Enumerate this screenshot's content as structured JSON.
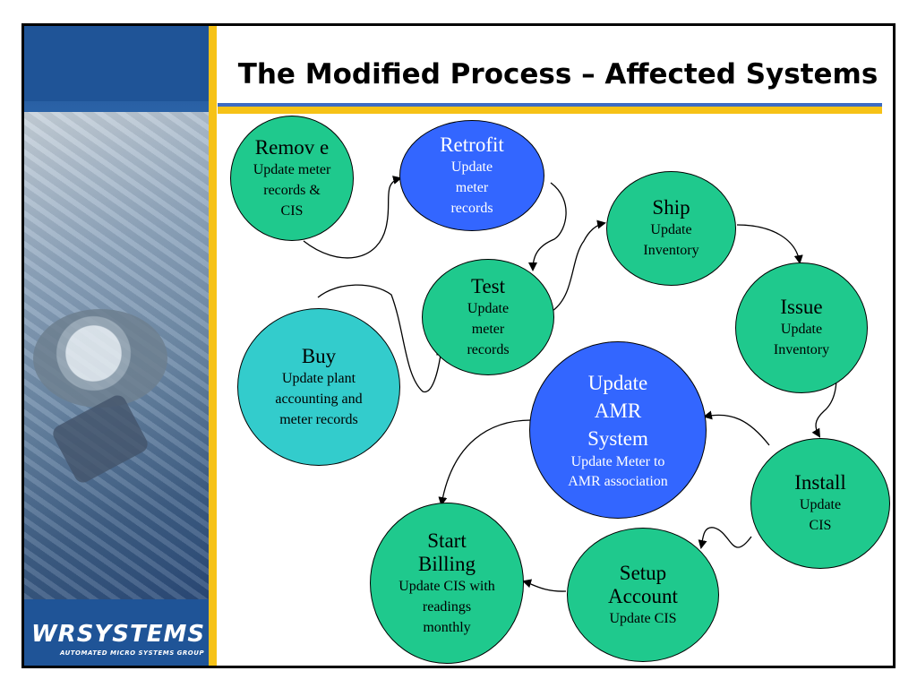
{
  "slide": {
    "title": "The Modified Process – Affected Systems"
  },
  "logo": {
    "main": "WRSYSTEMS",
    "sub": "AUTOMATED MICRO SYSTEMS GROUP"
  },
  "nodes": {
    "remove": {
      "title": "Remov e",
      "sub": "Update meter records & CIS"
    },
    "retrofit": {
      "title": "Retrofit",
      "sub": "Update meter records"
    },
    "ship": {
      "title": "Ship",
      "sub": "Update Inventory"
    },
    "test": {
      "title": "Test",
      "sub": "Update meter records"
    },
    "issue": {
      "title": "Issue",
      "sub": "Update Inventory"
    },
    "buy": {
      "title": "Buy",
      "sub": "Update plant accounting and meter records"
    },
    "amr": {
      "title": "Update AMR System",
      "sub": "Update Meter to AMR association"
    },
    "install": {
      "title": "Install",
      "sub": "Update CIS"
    },
    "billing": {
      "title": "Start Billing",
      "sub": "Update CIS with readings monthly"
    },
    "setup": {
      "title": "Setup Account",
      "sub": "Update CIS"
    }
  },
  "colors": {
    "teal": "#1fc98d",
    "cyan": "#33cccc",
    "blue": "#3366ff",
    "accent_yellow": "#f6c217",
    "accent_blue": "#3b6bc4"
  }
}
